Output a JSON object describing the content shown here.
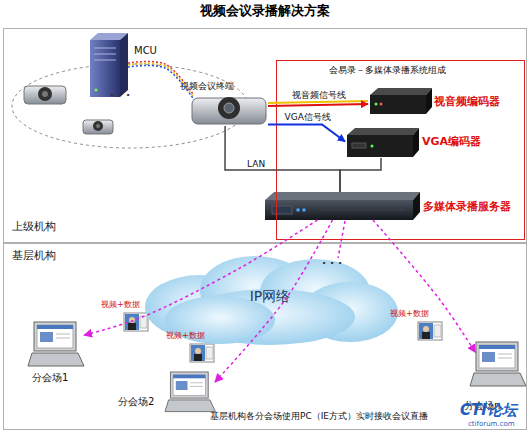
{
  "diagram": {
    "title": "视频会议录播解决方案",
    "nodes": [
      {
        "text": [
          "上级机构"
        ]
      },
      {
        "text": [
          "基层机构"
        ]
      },
      {
        "text": [
          "MCU"
        ],
        "in": 0
      },
      {
        "text": [
          "视频会议终端"
        ],
        "in": 0
      },
      {
        "text": [
          "会易录－多媒体录播系统组成"
        ],
        "in": 0
      },
      {
        "text": [
          "视音频编码器"
        ],
        "in": 4
      },
      {
        "text": [
          "VGA编码器"
        ],
        "in": 4
      },
      {
        "text": [
          "多媒体录播服务器"
        ],
        "in": 4
      },
      {
        "text": [
          "IP网络"
        ],
        "in": 1
      },
      {
        "text": [
          "分会场1"
        ],
        "in": 1
      },
      {
        "text": [
          "分会场2"
        ],
        "in": 1
      },
      {
        "text": [
          "分会场n"
        ],
        "in": 1
      }
    ],
    "edges": [
      {
        "from": 2,
        "to": 3,
        "arrow": "none"
      },
      {
        "from": 3,
        "to": 5,
        "label": "视音频信号线",
        "arrow": "to"
      },
      {
        "from": 3,
        "to": 6,
        "label": "VGA信号线",
        "arrow": "to"
      },
      {
        "from": 3,
        "to": 7,
        "arrow": "none"
      },
      {
        "from": 6,
        "to": 7,
        "arrow": "none"
      },
      {
        "from": 7,
        "to": 9,
        "arrow": "to"
      },
      {
        "from": 7,
        "to": 10,
        "arrow": "to"
      },
      {
        "from": 7,
        "to": 11,
        "arrow": "to"
      }
    ],
    "labels": [
      "· · ·",
      "LAN",
      "视频+数据",
      "视频+数据",
      "视频+数据",
      "· · ·",
      "基层机构各分会场使用PC（IE方式）实时接收会议直播",
      "CTI论坛",
      "ctiforum.com"
    ]
  }
}
